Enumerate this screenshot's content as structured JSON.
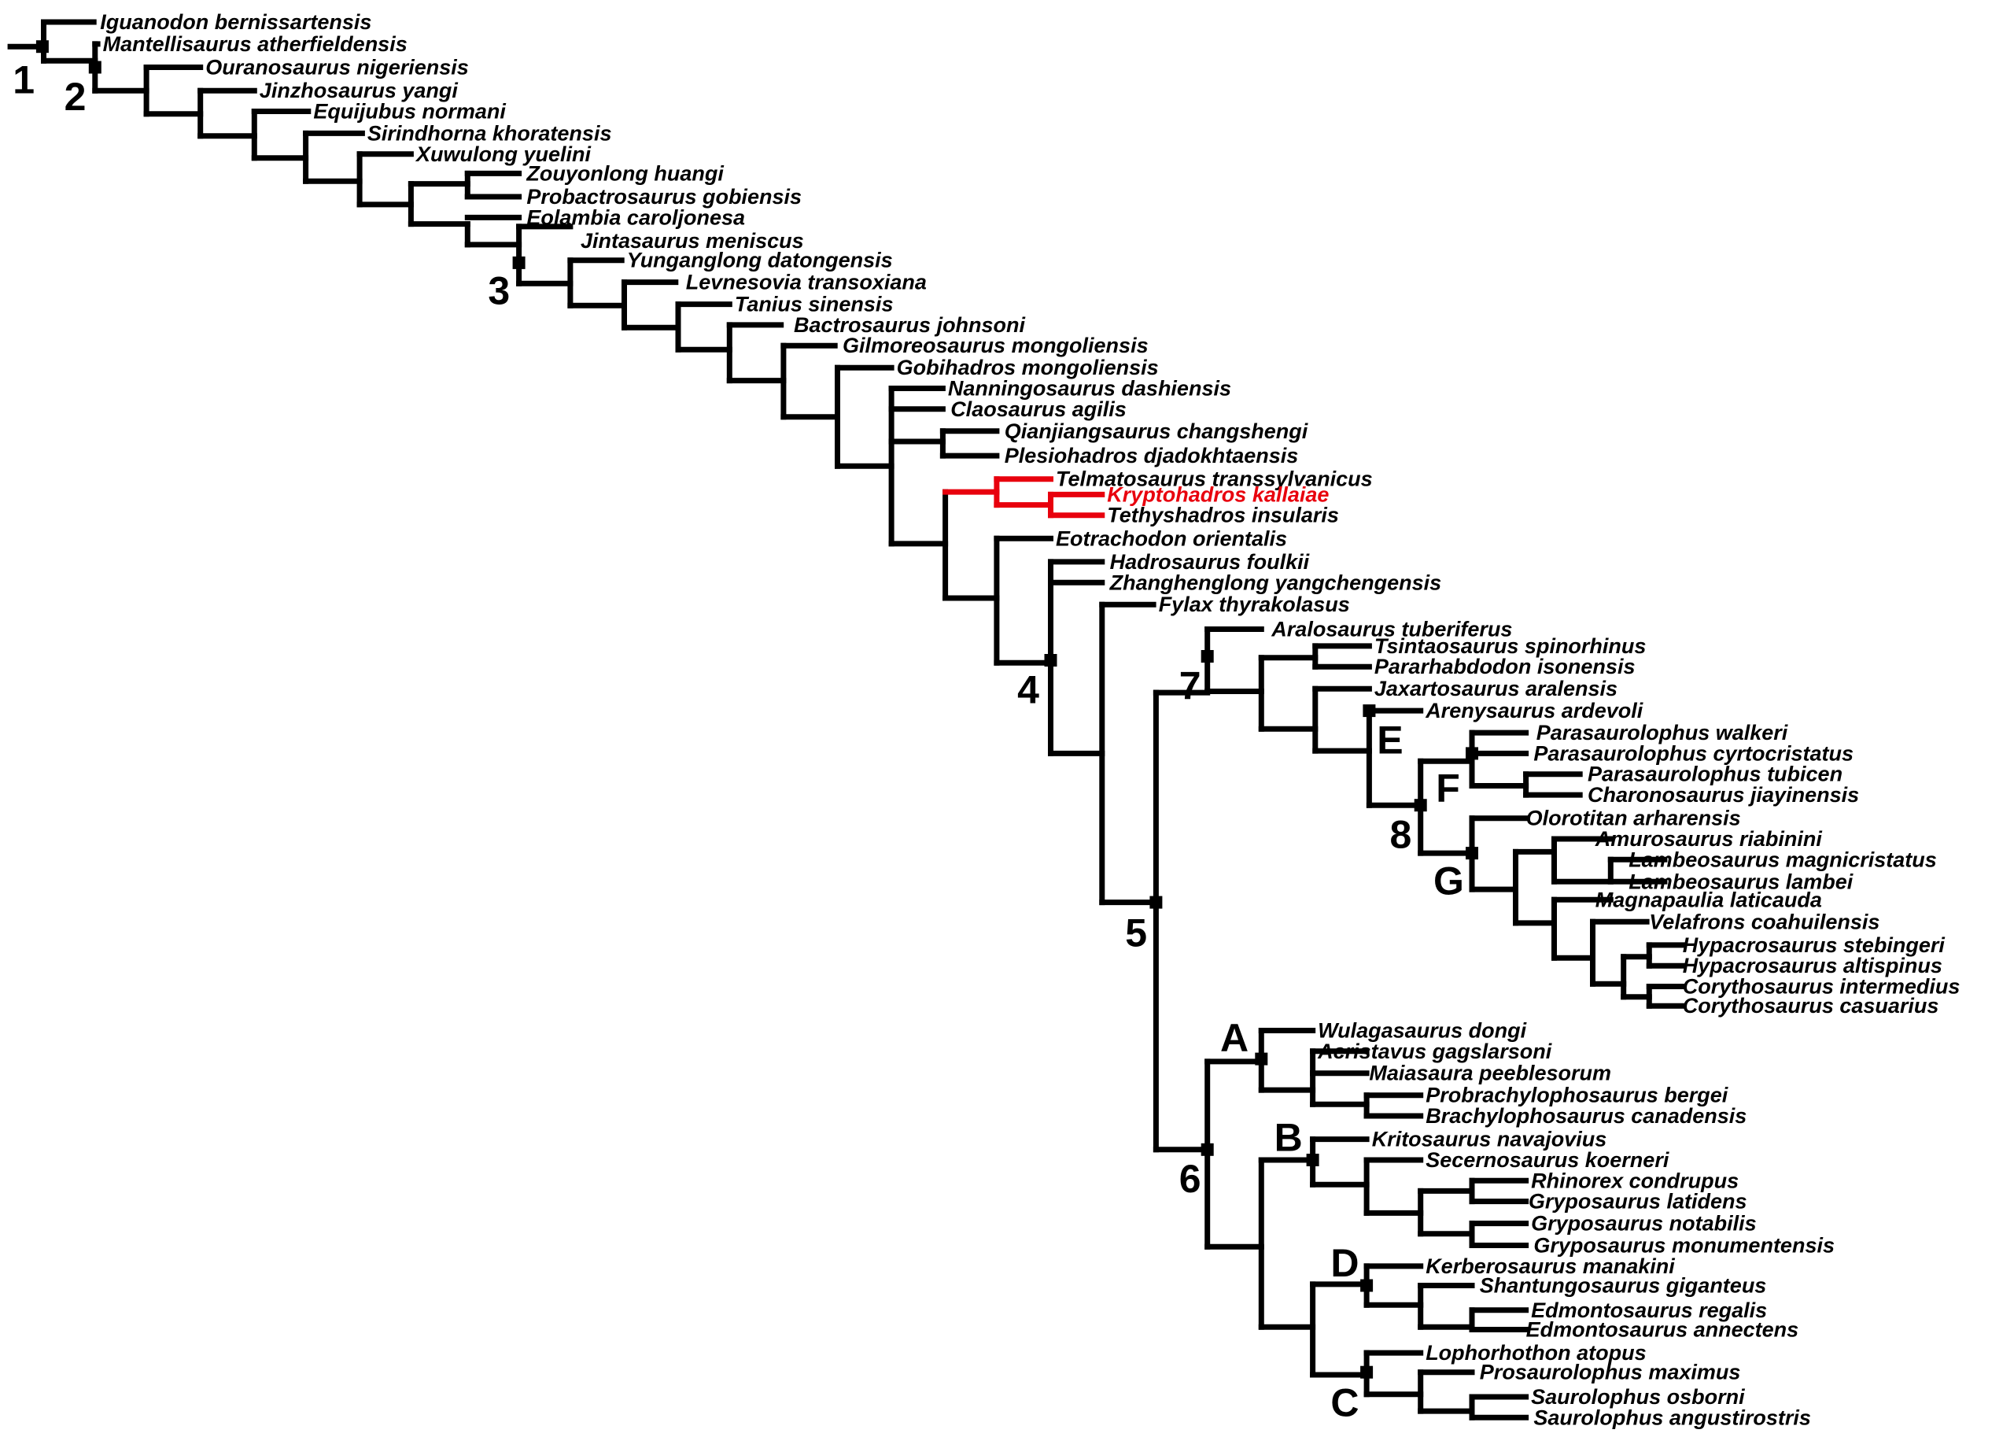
{
  "figure": {
    "type": "cladogram",
    "highlight_color": "#e8000d",
    "line_color": "#000000"
  },
  "taxa": [
    "Iguanodon bernissartensis",
    "Mantellisaurus atherfieldensis",
    "Ouranosaurus nigeriensis",
    "Jinzhosaurus yangi",
    "Equijubus normani",
    "Sirindhorna khoratensis",
    "Xuwulong yuelini",
    "Zouyonlong huangi",
    "Probactrosaurus gobiensis",
    "Eolambia caroljonesa",
    "Jintasaurus meniscus",
    "Yunganglong datongensis",
    "Levnesovia transoxiana",
    "Tanius sinensis",
    "Bactrosaurus johnsoni",
    "Gilmoreosaurus mongoliensis",
    "Gobihadros mongoliensis",
    "Nanningosaurus dashiensis",
    "Claosaurus agilis",
    "Qianjiangsaurus changshengi",
    "Plesiohadros djadokhtaensis",
    "Telmatosaurus transsylvanicus",
    "Kryptohadros kallaiae",
    "Tethyshadros insularis",
    "Eotrachodon orientalis",
    "Hadrosaurus foulkii",
    "Zhanghenglong yangchengensis",
    "Fylax thyrakolasus",
    "Aralosaurus tuberiferus",
    "Tsintaosaurus spinorhinus",
    "Pararhabdodon isonensis",
    "Jaxartosaurus aralensis",
    "Arenysaurus ardevoli",
    "Parasaurolophus walkeri",
    "Parasaurolophus cyrtocristatus",
    "Parasaurolophus tubicen",
    "Charonosaurus jiayinensis",
    "Olorotitan arharensis",
    "Amurosaurus riabinini",
    "Lambeosaurus magnicristatus",
    "Lambeosaurus lambei",
    "Magnapaulia laticauda",
    "Velafrons coahuilensis",
    "Hypacrosaurus stebingeri",
    "Hypacrosaurus altispinus",
    "Corythosaurus intermedius",
    "Corythosaurus casuarius",
    "Wulagasaurus dongi",
    "Acristavus gagslarsoni",
    "Maiasaura peeblesorum",
    "Probrachylophosaurus bergei",
    "Brachylophosaurus canadensis",
    "Kritosaurus navajovius",
    "Secernosaurus koerneri",
    "Rhinorex condrupus",
    "Gryposaurus latidens",
    "Gryposaurus notabilis",
    "Gryposaurus monumentensis",
    "Kerberosaurus manakini",
    "Shantungosaurus giganteus",
    "Edmontosaurus regalis",
    "Edmontosaurus annectens",
    "Lophorhothon atopus",
    "Prosaurolophus maximus",
    "Saurolophus osborni",
    "Saurolophus angustirostris"
  ],
  "highlighted_taxa": [
    "Telmatosaurus transsylvanicus",
    "Kryptohadros kallaiae",
    "Tethyshadros insularis"
  ],
  "focal_taxon": "Kryptohadros kallaiae",
  "node_labels": [
    "1",
    "2",
    "3",
    "4",
    "5",
    "6",
    "7",
    "8",
    "A",
    "B",
    "C",
    "D",
    "E",
    "F",
    "G"
  ]
}
